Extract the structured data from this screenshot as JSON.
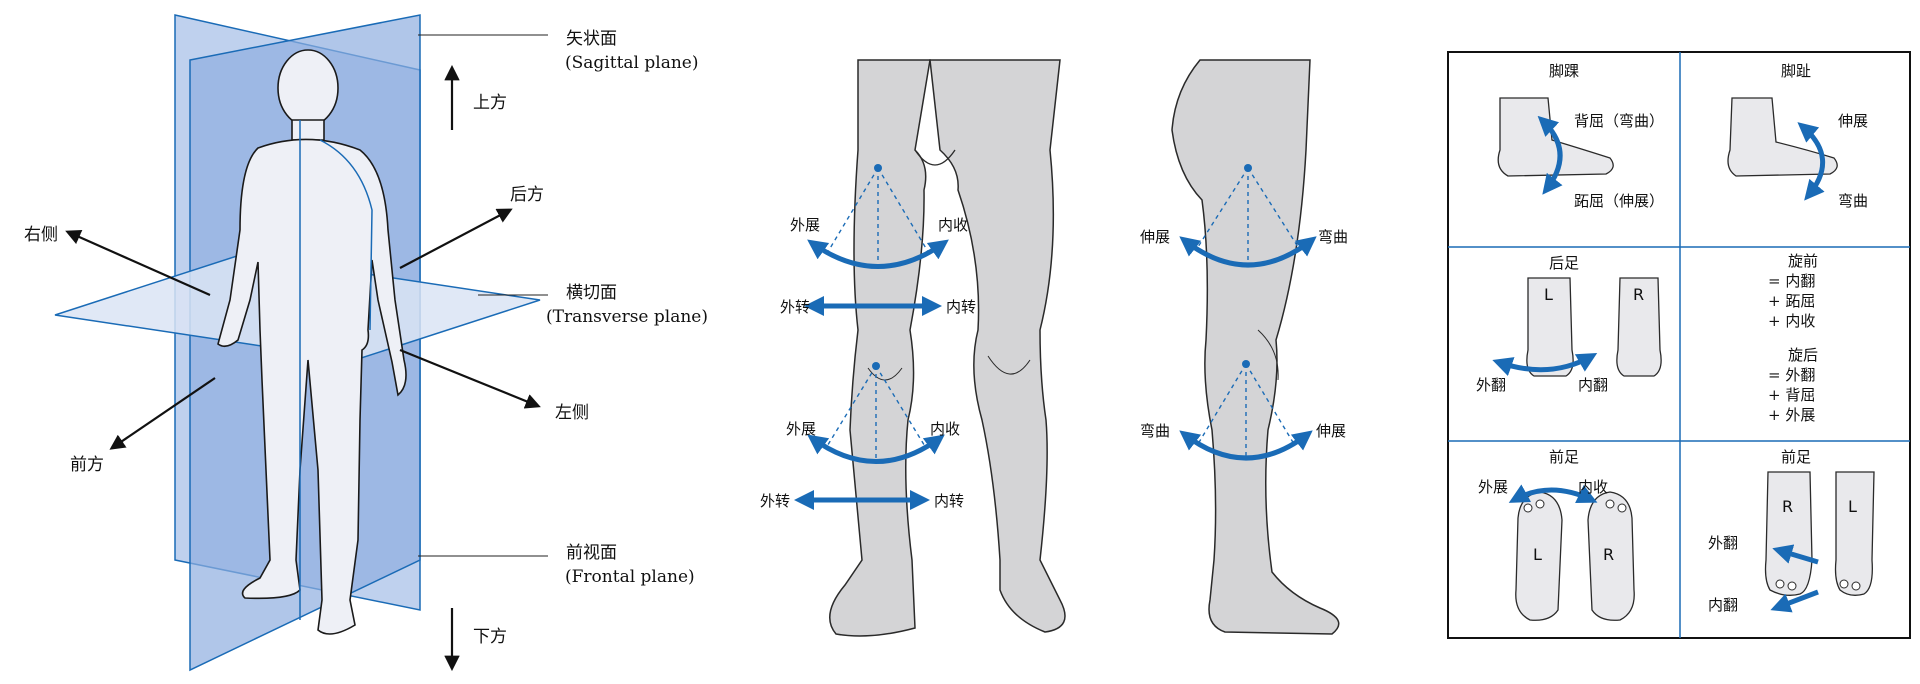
{
  "planes": {
    "sagittal_cn": "矢状面",
    "sagittal_en": "(Sagittal plane)",
    "transverse_cn": "横切面",
    "transverse_en": "(Transverse plane)",
    "frontal_cn": "前视面",
    "frontal_en": "(Frontal plane)"
  },
  "directions": {
    "up": "上方",
    "down": "下方",
    "back": "后方",
    "front": "前方",
    "right_side": "右侧",
    "left_side": "左侧"
  },
  "front_leg": {
    "hip_abduction": "外展",
    "hip_adduction": "内收",
    "hip_ext_rotation": "外转",
    "hip_int_rotation": "内转",
    "knee_abduction": "外展",
    "knee_adduction": "内收",
    "knee_ext_rotation": "外转",
    "knee_int_rotation": "内转"
  },
  "side_leg": {
    "hip_extension": "伸展",
    "hip_flexion": "弯曲",
    "knee_flexion": "弯曲",
    "knee_extension": "伸展"
  },
  "foot_grid": {
    "ankle": {
      "title": "脚踝",
      "dorsiflexion": "背屈（弯曲）",
      "plantarflexion": "跖屈（伸展）"
    },
    "toes": {
      "title": "脚趾",
      "extension": "伸展",
      "flexion": "弯曲"
    },
    "hindfoot": {
      "title": "后足",
      "left": "L",
      "right": "R",
      "eversion": "外翻",
      "inversion": "内翻"
    },
    "supination": {
      "title": "旋前",
      "lines": [
        "= 内翻",
        "+ 跖屈",
        "+ 内收"
      ]
    },
    "pronation": {
      "title": "旋后",
      "lines": [
        "= 外翻",
        "+ 背屈",
        "+ 外展"
      ]
    },
    "forefoot_left": {
      "title": "前足",
      "abduction": "外展",
      "adduction": "内收",
      "left": "L",
      "right": "R"
    },
    "forefoot_right": {
      "title": "前足",
      "right": "R",
      "left": "L",
      "eversion": "外翻",
      "inversion": "内翻"
    }
  },
  "colors": {
    "plane_blue": "#a9c1e8",
    "arrow_blue": "#1a6bb6",
    "skin_gray": "#d4d4d6"
  }
}
